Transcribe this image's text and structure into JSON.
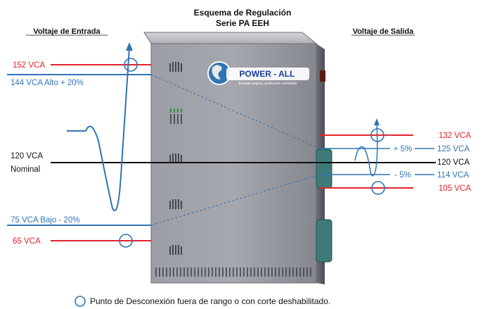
{
  "title": {
    "line1": "Esquema de Regulación",
    "line2": "Serie PA EEH"
  },
  "input": {
    "heading": "Voltaje de Entrada",
    "levels": [
      {
        "key": "in152",
        "label": "152 VCA",
        "color": "#e4232b"
      },
      {
        "key": "in144",
        "label": "144 VCA Alto + 20%",
        "color": "#2f74b5"
      },
      {
        "key": "in120",
        "label": "120 VCA",
        "label2": "Nominal",
        "color": "#111111"
      },
      {
        "key": "in75",
        "label": "75 VCA Bajo - 20%",
        "color": "#2f74b5"
      },
      {
        "key": "in65",
        "label": "65 VCA",
        "color": "#e4232b"
      }
    ]
  },
  "output": {
    "heading": "Voltaje de Salida",
    "levels": [
      {
        "key": "out132",
        "label": "132 VCA",
        "color": "#e4232b"
      },
      {
        "key": "out125",
        "label": "125 VCA",
        "tag": "+ 5%",
        "color": "#2f74b5"
      },
      {
        "key": "out120",
        "label": "120 VCA",
        "color": "#111111"
      },
      {
        "key": "out114",
        "label": "114 VCA",
        "tag": "- 5%",
        "color": "#2f74b5"
      },
      {
        "key": "out105",
        "label": "105 VCA",
        "color": "#e4232b"
      }
    ]
  },
  "device": {
    "brand": "POWER - ALL",
    "tagline": "Energía segura, protección constante",
    "body_color": "#8d8f96",
    "globe_color": "#2f74b5"
  },
  "legend": {
    "text": "Punto de Desconexión fuera de rango o con corte deshabilitado."
  },
  "colors": {
    "red": "#e4232b",
    "blue": "#2f74b5",
    "black": "#111111"
  }
}
